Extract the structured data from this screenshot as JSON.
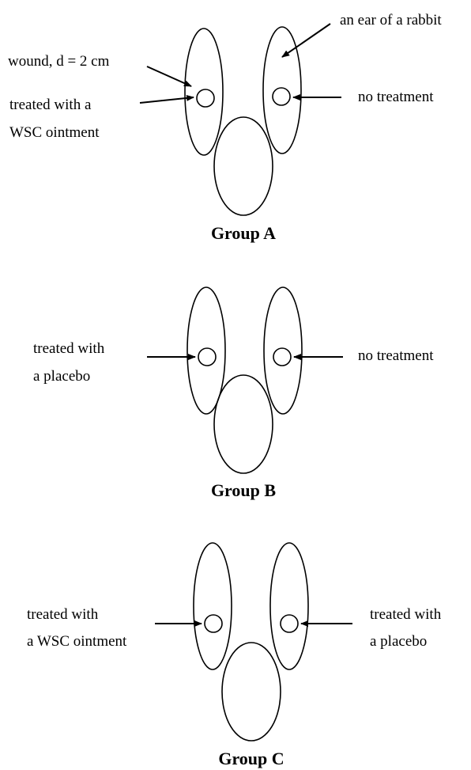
{
  "groups": [
    {
      "title": "Group A",
      "left_label": [
        "treated with a",
        "WSC ointment"
      ],
      "right_label": "no treatment",
      "wound_label": "wound, d = 2 cm",
      "ear_label": "an ear of a rabbit"
    },
    {
      "title": "Group B",
      "left_label": [
        "treated with",
        "a placebo"
      ],
      "right_label": "no treatment"
    },
    {
      "title": "Group C",
      "left_label": [
        "treated with",
        "a WSC ointment"
      ],
      "right_label": [
        "treated with",
        "a placebo"
      ]
    }
  ]
}
